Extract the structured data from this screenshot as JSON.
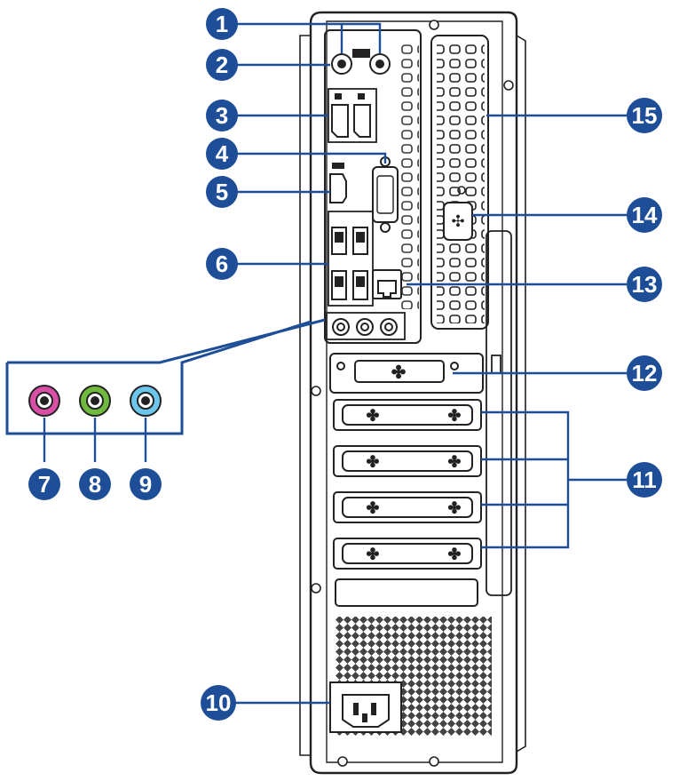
{
  "colors": {
    "callout": "#1d4e97",
    "outline": "#222222",
    "jack_pink": "#d94fa6",
    "jack_green": "#6fba3e",
    "jack_blue": "#6cc5ea"
  },
  "callouts": [
    {
      "id": "c1",
      "label": "1"
    },
    {
      "id": "c2",
      "label": "2"
    },
    {
      "id": "c3",
      "label": "3"
    },
    {
      "id": "c4",
      "label": "4"
    },
    {
      "id": "c5",
      "label": "5"
    },
    {
      "id": "c6",
      "label": "6"
    },
    {
      "id": "c7",
      "label": "7"
    },
    {
      "id": "c8",
      "label": "8"
    },
    {
      "id": "c9",
      "label": "9"
    },
    {
      "id": "c10",
      "label": "10"
    },
    {
      "id": "c11",
      "label": "11"
    },
    {
      "id": "c12",
      "label": "12"
    },
    {
      "id": "c13",
      "label": "13"
    },
    {
      "id": "c14",
      "label": "14"
    },
    {
      "id": "c15",
      "label": "15"
    }
  ]
}
